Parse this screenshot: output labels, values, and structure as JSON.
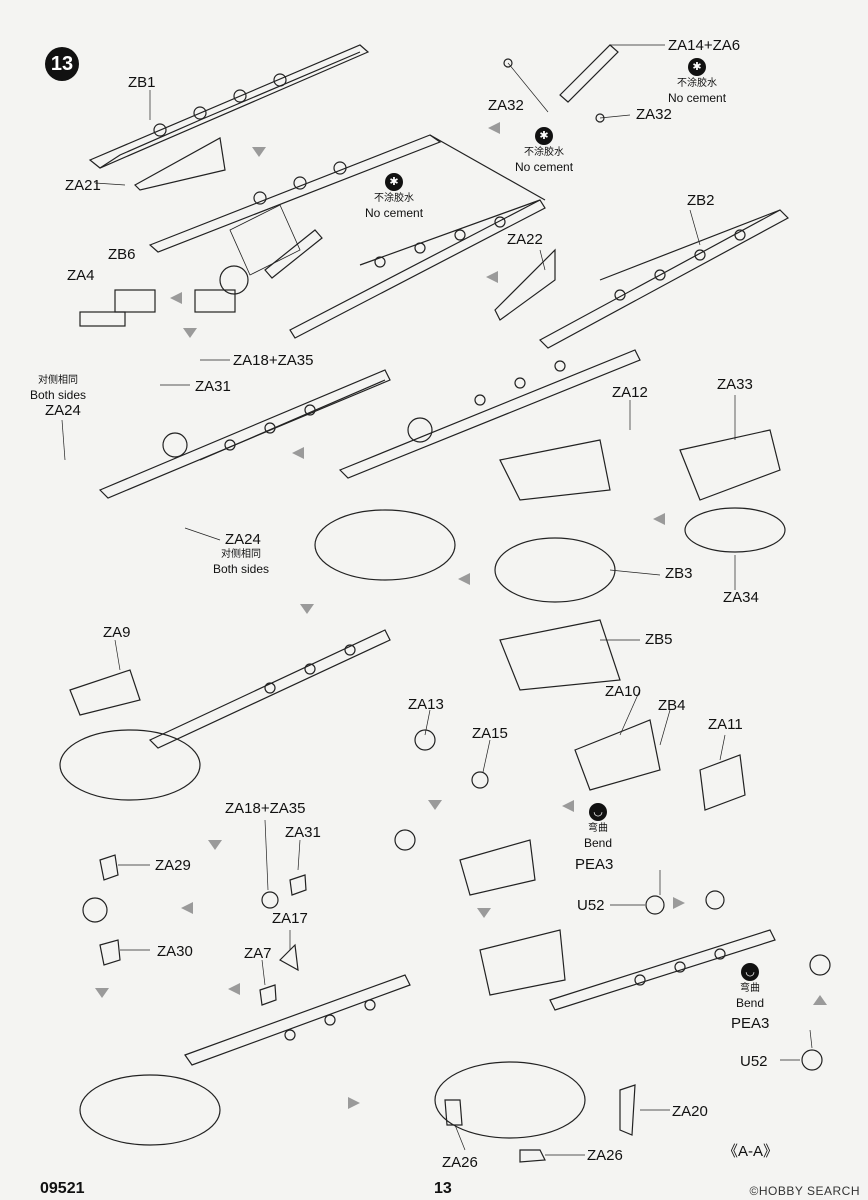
{
  "step": {
    "number": "13"
  },
  "labels": {
    "zb1": "ZB1",
    "za21": "ZA21",
    "za14_za6": "ZA14+ZA6",
    "za32_left": "ZA32",
    "za32_right": "ZA32",
    "zb2": "ZB2",
    "za22": "ZA22",
    "zb6": "ZB6",
    "za4": "ZA4",
    "za18_za35_top": "ZA18+ZA35",
    "za31_top": "ZA31",
    "za24_top": "ZA24",
    "za24_bottom": "ZA24",
    "za12": "ZA12",
    "za33": "ZA33",
    "zb3": "ZB3",
    "za34": "ZA34",
    "zb5": "ZB5",
    "za9": "ZA9",
    "za13": "ZA13",
    "za15": "ZA15",
    "za10": "ZA10",
    "zb4": "ZB4",
    "za11": "ZA11",
    "za18_za35_mid": "ZA18+ZA35",
    "za31_mid": "ZA31",
    "za29": "ZA29",
    "za30": "ZA30",
    "za17": "ZA17",
    "za7": "ZA7",
    "pea3_top": "PEA3",
    "u52_top": "U52",
    "pea3_bottom": "PEA3",
    "u52_bottom": "U52",
    "za20": "ZA20",
    "za26_left": "ZA26",
    "za26_right": "ZA26"
  },
  "notes": {
    "no_cement_cn": "不涂胶水",
    "no_cement_en": "No cement",
    "both_sides_cn": "对侧相同",
    "both_sides_en": "Both sides",
    "bend_cn": "弯曲",
    "bend_en": "Bend"
  },
  "section_label": "《A-A》",
  "footer": {
    "code": "09521",
    "page": "13"
  },
  "watermark": "©HOBBY SEARCH",
  "colors": {
    "line": "#222222",
    "arrow": "#9a9a9a",
    "paper": "#f4f4f2"
  }
}
